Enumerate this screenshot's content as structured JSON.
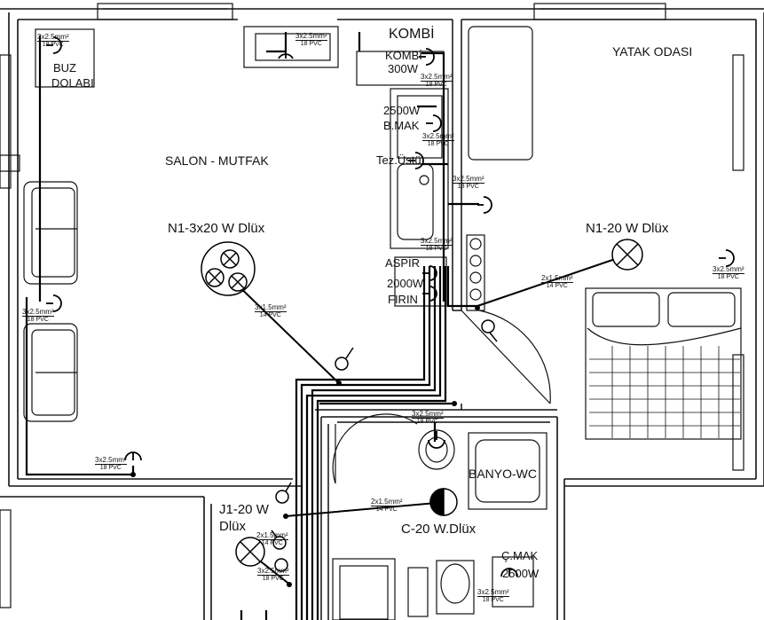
{
  "rooms": {
    "salon": "SALON - MUTFAK",
    "bedroom": "YATAK ODASI",
    "bath": "BANYO-WC"
  },
  "fixtures": {
    "buz_line1": "BUZ",
    "buz_line2": "DOLABI",
    "kombi_title": "KOMBİ",
    "kombi_label": "KOMBİ",
    "kombi_power": "300W",
    "bmak_power": "2500W",
    "bmak_label": "B.MAK",
    "tez": "Tez.Üstü",
    "aspir": "ASPİR",
    "firin_power": "2000W",
    "firin": "FIRIN",
    "cmak_label": "Ç.MAK",
    "cmak_power": "2500W"
  },
  "lamps": {
    "salon": "N1-3x20 W Dlüx",
    "bedroom": "N1-20 W Dlüx",
    "hall_line1": "J1-20 W",
    "hall_line2": "Dlüx",
    "bath": "C-20 W.Dlüx"
  },
  "cables": {
    "c1": [
      "3x2.5mm²",
      "18 PVC"
    ],
    "c2": [
      "3x2.5mm²",
      "18 PVC"
    ],
    "c3": [
      "3x2.5mm²",
      "18 PVC"
    ],
    "c4": [
      "3x2.5mm²",
      "18 PVC"
    ],
    "c5": [
      "3x2.5mm²",
      "18 PVC"
    ],
    "c6": [
      "3x2.5mm²",
      "18 PVC"
    ],
    "c7": [
      "3x2.5mm²",
      "18 PVC"
    ],
    "c8": [
      "3x2.5mm²",
      "18 PVC"
    ],
    "c9": [
      "3x2.5mm²",
      "18 PVC"
    ],
    "c10": [
      "3x2.5mm²",
      "18 PVC"
    ],
    "c11": [
      "3x2.5mm²",
      "18 PVC"
    ],
    "c12": [
      "3x2.5mm²",
      "18 PVC"
    ],
    "c13": [
      "2x1.5mm²",
      "14 PVC"
    ],
    "c14": [
      "3x1.5mm²",
      "14 PVC"
    ],
    "c15": [
      "2x1.5mm²",
      "14 PVC"
    ],
    "c16": [
      "2x1.5mm²",
      "14 PVC"
    ]
  }
}
